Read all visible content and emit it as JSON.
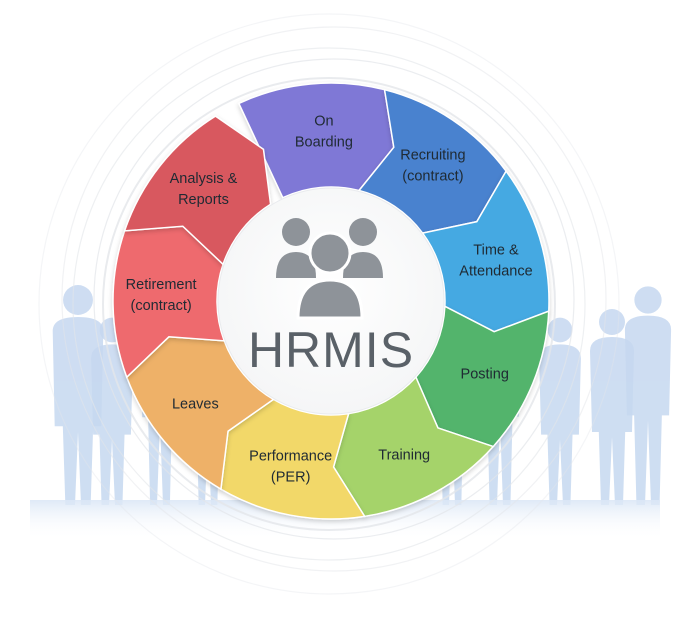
{
  "center": {
    "title": "HRMIS",
    "icon": "people-group-icon"
  },
  "cycle": [
    {
      "id": "onboarding",
      "lines": [
        "On",
        "Boarding"
      ],
      "color": "#7f78d6"
    },
    {
      "id": "recruiting",
      "lines": [
        "Recruiting",
        "(contract)"
      ],
      "color": "#4a82cf"
    },
    {
      "id": "time",
      "lines": [
        "Time &",
        "Attendance"
      ],
      "color": "#45a9e2"
    },
    {
      "id": "posting",
      "lines": [
        "Posting"
      ],
      "color": "#53b46c"
    },
    {
      "id": "training",
      "lines": [
        "Training"
      ],
      "color": "#a5d36a"
    },
    {
      "id": "performance",
      "lines": [
        "Performance",
        "(PER)"
      ],
      "color": "#f2d869"
    },
    {
      "id": "leaves",
      "lines": [
        "Leaves"
      ],
      "color": "#eeb168"
    },
    {
      "id": "retirement",
      "lines": [
        "Retirement",
        "(contract)"
      ],
      "color": "#ee6a6e"
    },
    {
      "id": "analysis",
      "lines": [
        "Analysis &",
        "Reports"
      ],
      "color": "#d8585f"
    }
  ],
  "decor": {
    "people_color": "#c6d8f0",
    "ring_color": "#e3e6ea"
  }
}
